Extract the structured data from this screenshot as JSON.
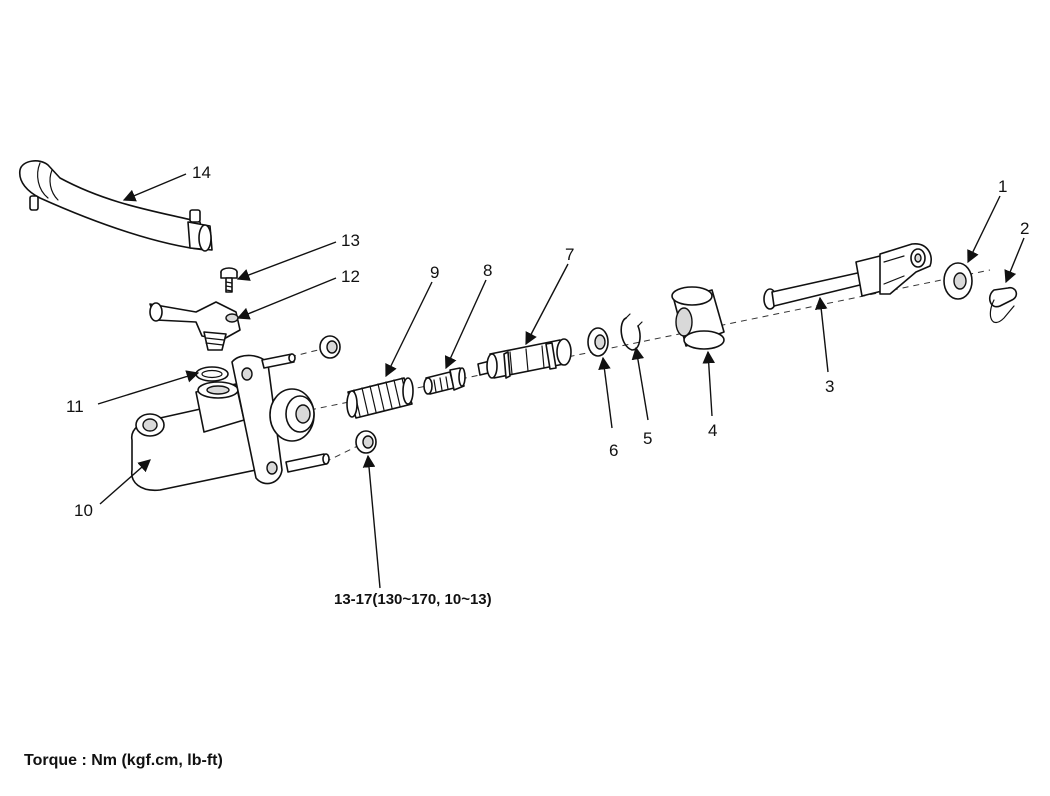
{
  "callouts": {
    "c1": "1",
    "c2": "2",
    "c3": "3",
    "c4": "4",
    "c5": "5",
    "c6": "6",
    "c7": "7",
    "c8": "8",
    "c9": "9",
    "c10": "10",
    "c11": "11",
    "c12": "12",
    "c13": "13",
    "c14": "14"
  },
  "torque_spec": "13-17(130~170, 10~13)",
  "footer": {
    "torque_units": "Torque : Nm (kgf.cm, lb-ft)"
  }
}
